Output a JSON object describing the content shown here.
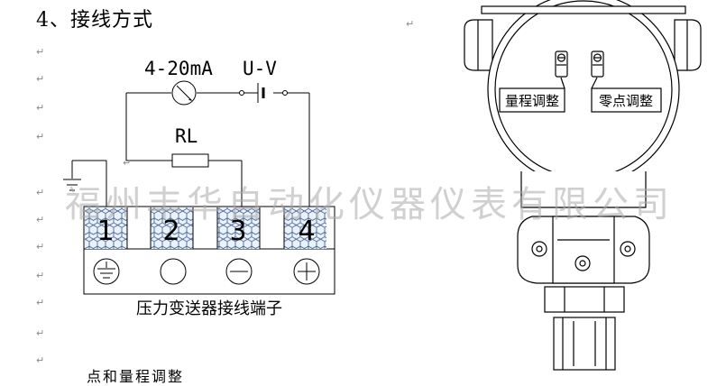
{
  "document": {
    "heading": "4、接线方式",
    "paragraph_mark": "↵",
    "watermark": "福州丰华自动化仪器仪表有限公司",
    "partial_line": "点和量程调整"
  },
  "wiring": {
    "current_label": "4-20mA",
    "supply_label": "U-V",
    "load_label": "RL",
    "terminals": [
      {
        "number": "1",
        "symbol": "ground"
      },
      {
        "number": "2",
        "symbol": "blank"
      },
      {
        "number": "3",
        "symbol": "minus"
      },
      {
        "number": "4",
        "symbol": "plus"
      }
    ],
    "caption": "压力变送器接线端子"
  },
  "transmitter": {
    "range_label": "量程调整",
    "zero_label": "零点调整"
  }
}
